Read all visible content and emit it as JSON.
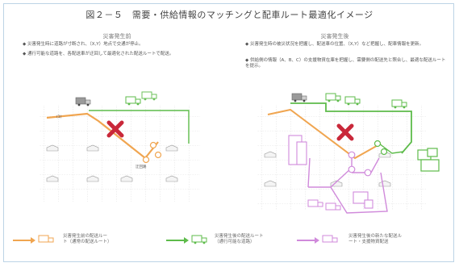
{
  "title": "図２－５　需要・供給情報のマッチングと配車ルート最適化イメージ",
  "panels": {
    "left": {
      "label": "災害発生前",
      "bullets": [
        "◆ 災害発生時に道路が寸断され、（X,Y）地点で交通が停止。",
        "◆ 通行可能な道路を、各配送車が迂回して最適化された配送ルートで配送。"
      ],
      "node_label_1": "(1)",
      "node_label_2": "迂回路"
    },
    "right": {
      "label": "災害発生後",
      "bullets": [
        "◆ 災害発生時の被災状況を把握し、配送車の位置、（X,Y）など把握し、配車情報を更新。",
        "◆ 供給側の情報（A、B、C）の支援物資在庫を把握し、需要側の配送先と照合し、最適な配送ルートを提示。"
      ]
    }
  },
  "legend": [
    {
      "text": "災害発生前の配送ルート（通常の配送ルート）",
      "color": "#f0a550"
    },
    {
      "text": "災害発生後の配送ルート（通行可能な道路）",
      "color": "#5dbb4a"
    },
    {
      "text": "災害発生後の新たな配送ルート・支援物資配送",
      "color": "#d08adb"
    }
  ],
  "colors": {
    "orange": "#f0a550",
    "green": "#5dbb4a",
    "purple": "#d08adb",
    "red": "#c9283a",
    "gray": "#888888"
  }
}
